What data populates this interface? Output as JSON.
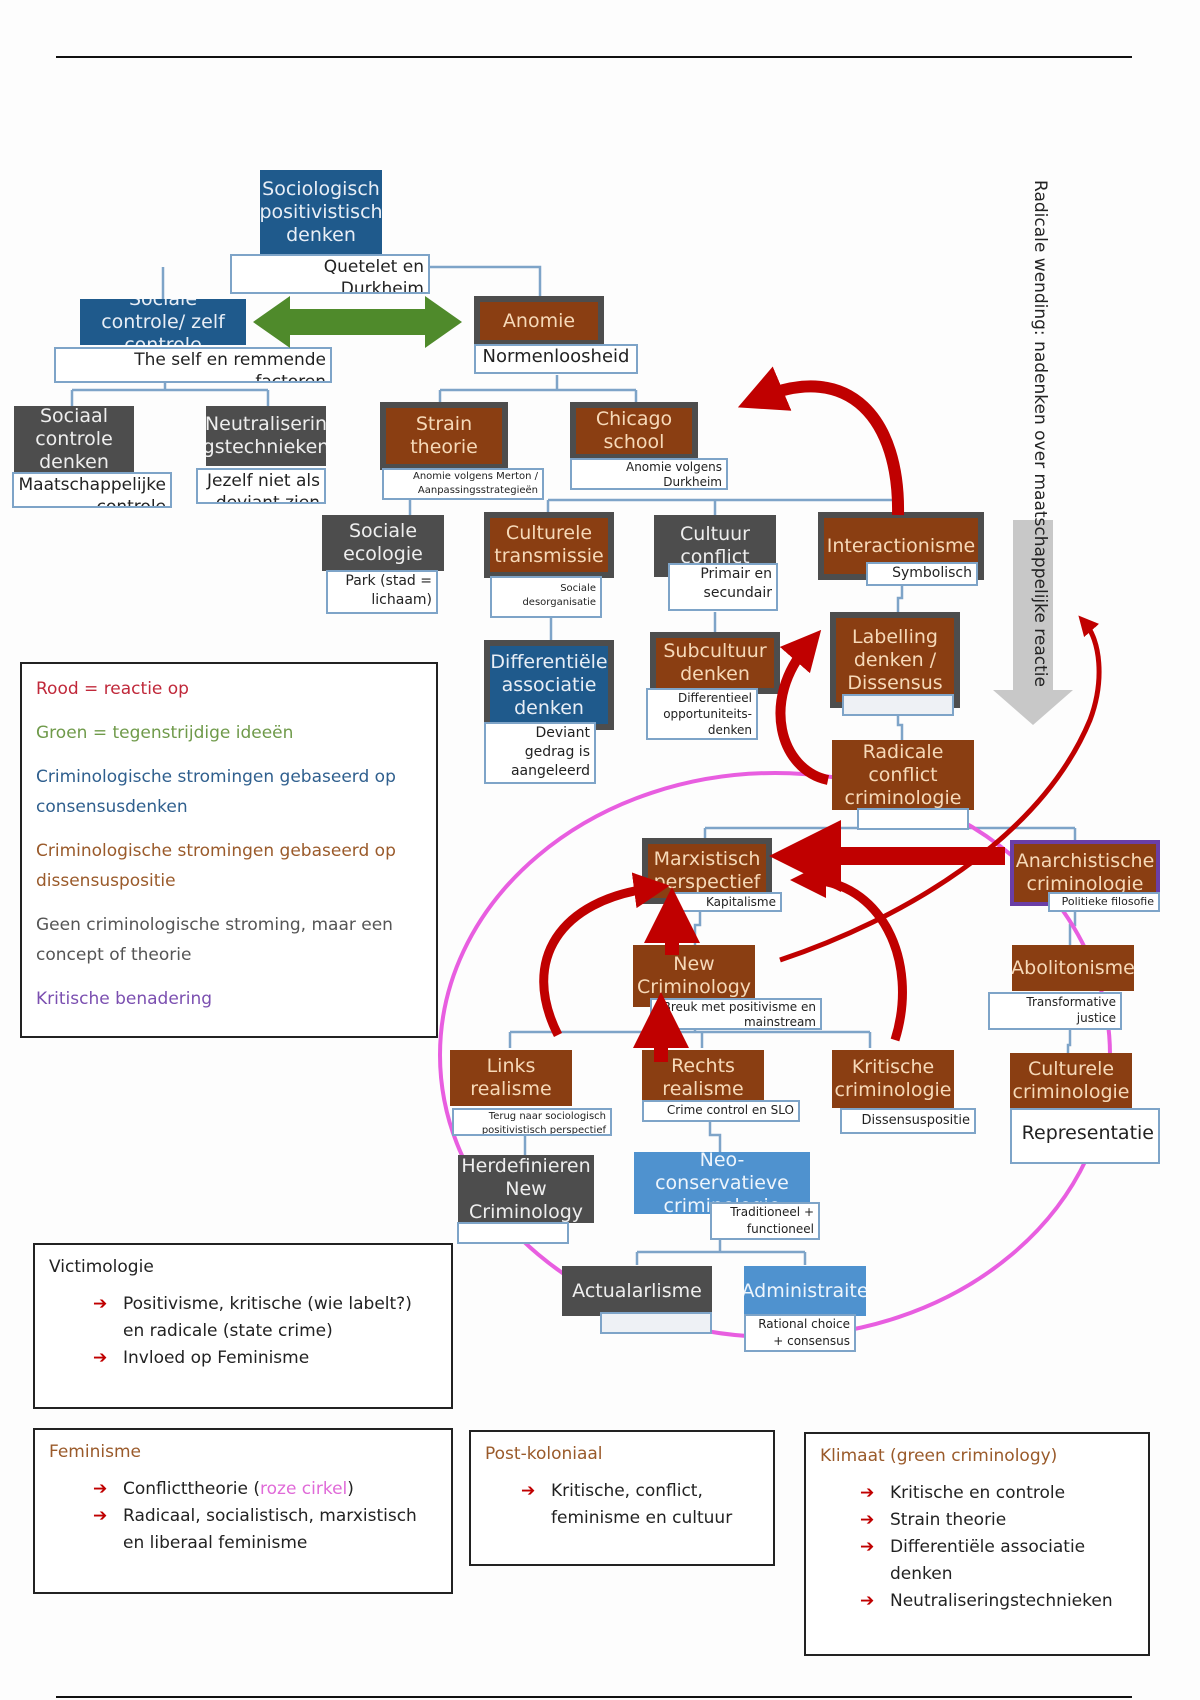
{
  "colors": {
    "consensus_blue": "#1f5a8c",
    "dissensus_brown": "#8a3e12",
    "concept_grey": "#4d4d4d",
    "neo_light_blue": "#4f92cf",
    "critical_purple": "#6a3ea6",
    "reaction_red": "#c00000",
    "contradiction_green": "#4f8a2b",
    "conflict_circle_pink": "#e85ee0",
    "connector_blue": "#7ea4c8"
  },
  "side_label": "Radicale wending: nadenken over maatschappelijke reactie",
  "nodes": {
    "sociologisch": {
      "title": "Sociologisch positivistisch denken",
      "note": "Quetelet en Durkheim"
    },
    "sociale_controle": {
      "title": "Sociale controle/ zelf controle",
      "note": "The self en remmende factoren"
    },
    "anomie": {
      "title": "Anomie",
      "note": "Normenloosheid"
    },
    "sociaal_controle_denken": {
      "title": "Sociaal controle denken",
      "note": "Maatschappelijke controle"
    },
    "neutralisering": {
      "title": "Neutraliserin gstechnieken",
      "note": "Jezelf niet als deviant zien"
    },
    "strain": {
      "title": "Strain theorie",
      "note": "Anomie volgens Merton / Aanpassingsstrategieën"
    },
    "chicago": {
      "title": "Chicago school",
      "note": "Anomie volgens Durkheim"
    },
    "sociale_ecologie": {
      "title": "Sociale ecologie",
      "note": "Park (stad = lichaam)"
    },
    "culturele_transmissie": {
      "title": "Culturele transmissie",
      "note": "Sociale desorganisatie"
    },
    "cultuur_conflict": {
      "title": "Cultuur conflict",
      "note": "Primair en secundair"
    },
    "interactionisme": {
      "title": "Interactionisme",
      "note": "Symbolisch"
    },
    "differentiele_associatie": {
      "title": "Differentiële associatie denken",
      "note": "Deviant gedrag is aangeleerd"
    },
    "subcultuur": {
      "title": "Subcultuur denken",
      "note": "Differentieel opportuniteits-denken"
    },
    "labelling": {
      "title": "Labelling denken / Dissensus",
      "note": ""
    },
    "radicale_conflict": {
      "title": "Radicale conflict criminologie",
      "note": ""
    },
    "marxistisch": {
      "title": "Marxistisch perspectief",
      "note": "Kapitalisme"
    },
    "anarchistische": {
      "title": "Anarchistische criminologie",
      "note": "Politieke filosofie"
    },
    "new_criminology": {
      "title": "New Criminology",
      "note": "Breuk met positivisme en mainstream"
    },
    "abolitonisme": {
      "title": "Abolitonisme",
      "note": "Transformative justice"
    },
    "links_realisme": {
      "title": "Links realisme",
      "note": "Terug naar sociologisch positivistisch perspectief"
    },
    "rechts_realisme": {
      "title": "Rechts realisme",
      "note": "Crime control en SLO"
    },
    "kritische": {
      "title": "Kritische criminologie",
      "note": "Dissensuspositie"
    },
    "culturele_criminologie": {
      "title": "Culturele criminologie",
      "note": "Representatie"
    },
    "herdefinieren": {
      "title": "Herdefinieren New Criminology",
      "note": ""
    },
    "neo_conservatieve": {
      "title": "Neo-conservatieve criminologie",
      "note": "Traditioneel + functioneel"
    },
    "actualarlisme": {
      "title": "Actualarlisme",
      "note": ""
    },
    "administraite": {
      "title": "Administraite",
      "note": "Rational choice + consensus"
    }
  },
  "legend": {
    "items": [
      {
        "text": "Rood = reactie op",
        "color": "#c0283a"
      },
      {
        "text": "Groen = tegenstrijdige ideeën",
        "color": "#6f9a4a"
      },
      {
        "text": "Criminologische stromingen gebaseerd op consensusdenken",
        "color": "#2f5f8e"
      },
      {
        "text": "Criminologische stromingen gebaseerd op dissensuspositie",
        "color": "#9a5a2a"
      },
      {
        "text": "Geen criminologische stroming, maar een concept of theorie",
        "color": "#555555"
      },
      {
        "text": "Kritische benadering",
        "color": "#7b4fb0"
      }
    ]
  },
  "boxes": {
    "victimologie": {
      "title": "Victimologie",
      "items": [
        "Positivisme, kritische (wie labelt?) en radicale (state crime)",
        "Invloed op Feminisme"
      ]
    },
    "feminisme": {
      "title": "Feminisme",
      "item1_pre": "Conflicttheorie (",
      "item1_highlight": "roze cirkel",
      "item1_post": ")",
      "item2": "Radicaal, socialistisch, marxistisch en liberaal feminisme"
    },
    "post_koloniaal": {
      "title": "Post-koloniaal",
      "items": [
        "Kritische, conflict, feminisme en cultuur"
      ]
    },
    "klimaat": {
      "title": "Klimaat (green criminology)",
      "items": [
        "Kritische en controle",
        "Strain theorie",
        "Differentiële associatie denken",
        "Neutraliseringstechnieken"
      ]
    }
  },
  "arrow_glyph": "➔"
}
